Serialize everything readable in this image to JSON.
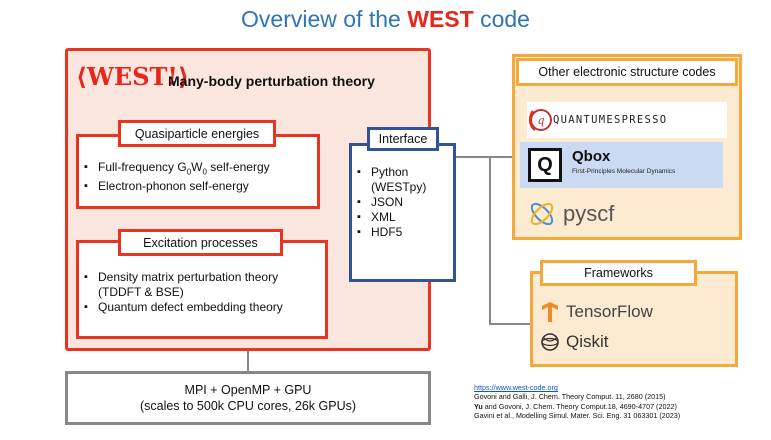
{
  "title": {
    "prefix": "Overview of the ",
    "highlight": "WEST",
    "suffix": " code"
  },
  "west": {
    "logo_text": "⟨WEST!⟩",
    "subtitle": "Many-body perturbation theory",
    "quasiparticle": {
      "title": "Quasiparticle energies",
      "items": [
        "Full-frequency G₀W₀ self-energy",
        "Electron-phonon self-energy"
      ]
    },
    "excitation": {
      "title": "Excitation processes",
      "items": [
        "Density matrix perturbation theory (TDDFT & BSE)",
        "Quantum defect embedding theory"
      ]
    }
  },
  "interface": {
    "title": "Interface",
    "items": [
      "Python (WESTpy)",
      "JSON",
      "XML",
      "HDF5"
    ]
  },
  "mpi": {
    "line1": "MPI + OpenMP + GPU",
    "line2": "(scales to 500k CPU cores, 26k GPUs)"
  },
  "other_codes": {
    "title": "Other electronic structure codes",
    "quantum_espresso": "QUANTUMESPRESSO",
    "qbox_letter": "Q",
    "qbox_name": "Qbox",
    "qbox_subtitle": "First-Principles Molecular Dynamics",
    "pyscf": "pyscf"
  },
  "frameworks": {
    "title": "Frameworks",
    "tensorflow": "TensorFlow",
    "qiskit": "Qiskit"
  },
  "references": {
    "url": "https://www.west-code.org",
    "ref1": "Govoni and Galli, J. Chem. Theory Comput. 11, 2680 (2015)",
    "ref2_bold": "Yu",
    "ref2_rest": " and Govoni, J. Chem. Theory Comput.18, 4690-4707 (2022)",
    "ref3": "Gavini et al., Modelling Simul. Mater. Sci. Eng. 31 063301 (2023)"
  },
  "colors": {
    "west_red": "#e8351f",
    "west_fill": "#fbe6df",
    "interface_blue": "#2f5597",
    "orange": "#f4a93b",
    "orange_fill": "#fdebd1",
    "title_blue": "#2e75b6",
    "qbox_fill": "#c9daf2"
  },
  "icons": [
    "quantum-espresso-logo-icon",
    "qbox-logo-icon",
    "pyscf-logo-icon",
    "tensorflow-logo-icon",
    "qiskit-logo-icon"
  ]
}
